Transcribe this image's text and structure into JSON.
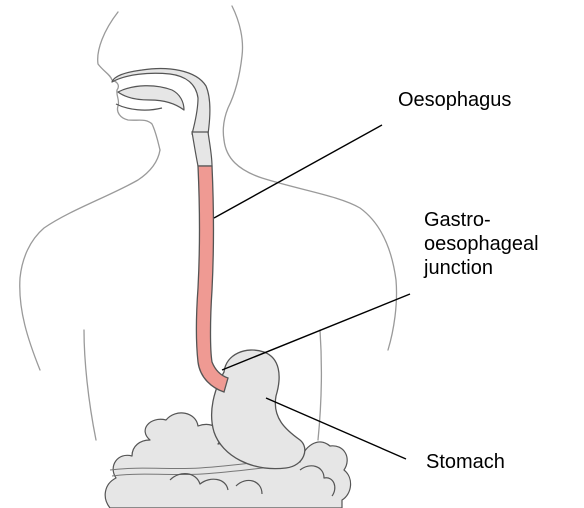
{
  "labels": {
    "oesophagus": "Oesophagus",
    "gastro_oesophageal_junction": [
      "Gastro-",
      "oesophageal",
      "junction"
    ],
    "stomach": "Stomach"
  },
  "colors": {
    "oesophagus_fill": "#ef9a93",
    "organ_fill": "#e6e6e6",
    "outline": "#555555",
    "body_outline": "#9a9a9a",
    "leader_line": "#000000"
  }
}
